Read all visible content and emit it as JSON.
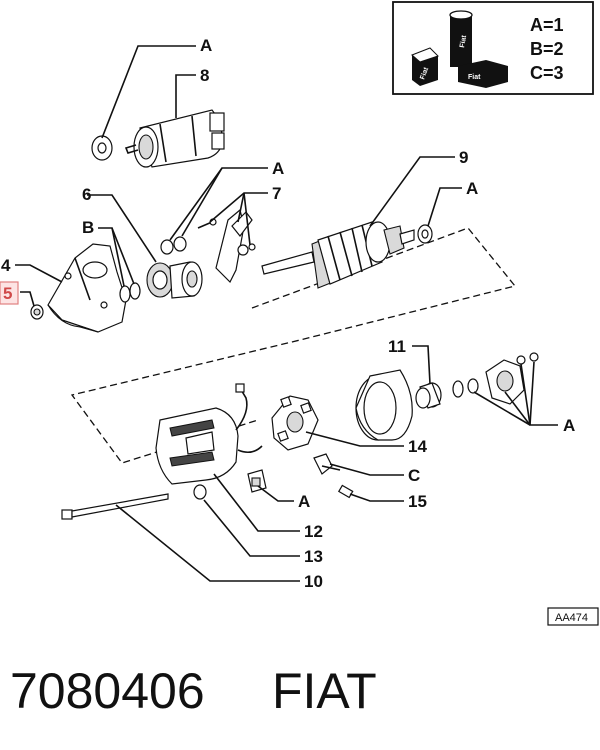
{
  "legend": {
    "lines": [
      "A=1",
      "B=2",
      "C=3"
    ],
    "tube_text": "Fiat",
    "box_text_left": "Fiat",
    "box_text_right": "Fiat"
  },
  "callouts": {
    "A_top": "A",
    "n8": "8",
    "A_mid": "A",
    "n6": "6",
    "n7": "7",
    "n9": "9",
    "A_right": "A",
    "B": "B",
    "n4": "4",
    "n5": "5",
    "n11": "11",
    "A_far": "A",
    "n14": "14",
    "C": "C",
    "A_bottom": "A",
    "n15": "15",
    "n12": "12",
    "n13": "13",
    "n10": "10"
  },
  "ref_code": "AA474",
  "footer": {
    "part_number": "7080406",
    "brand": "FIAT"
  }
}
